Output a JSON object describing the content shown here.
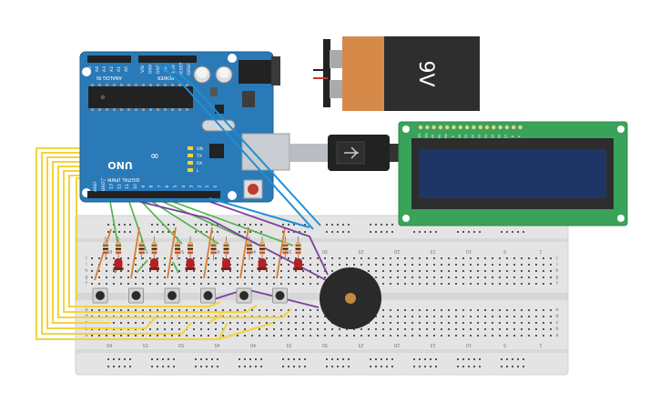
{
  "arduino": {
    "brand_glyph": "∞",
    "model": "UNO",
    "header_analog": "ANALOG IN",
    "header_power": "POWER",
    "header_digital": "DIGITAL (PWM ~)",
    "analog_pins": [
      "A5",
      "A4",
      "A3",
      "A2",
      "A1",
      "A0"
    ],
    "power_pins": [
      "VIN",
      "GND",
      "GND",
      "5V",
      "3.3V",
      "RESET",
      "IOREF"
    ],
    "digital_pins": [
      "0",
      "1",
      "2",
      "3",
      "4",
      "5",
      "6",
      "7",
      "8",
      "9",
      "10",
      "11",
      "12",
      "13",
      "GND",
      "AREF"
    ],
    "leds": [
      "ON",
      "TX",
      "RX",
      "L"
    ]
  },
  "battery": {
    "label": "9V"
  },
  "lcd": {
    "pins": [
      "VSS",
      "VDD",
      "V0",
      "RS",
      "RW",
      "E",
      "D0",
      "D1",
      "D2",
      "D3",
      "D4",
      "D5",
      "D6",
      "D7",
      "A",
      "K"
    ]
  },
  "breadboard": {
    "column_numbers": [
      "1",
      "5",
      "10",
      "15",
      "20",
      "25",
      "30",
      "35",
      "40",
      "45",
      "50",
      "55",
      "60"
    ],
    "row_letters_top": [
      "j",
      "i",
      "h",
      "g",
      "f"
    ],
    "row_letters_bottom": [
      "e",
      "d",
      "c",
      "b",
      "a"
    ]
  },
  "components": {
    "led_count": 6,
    "button_count": 6,
    "resistor_count": 12,
    "buzzer_count": 1
  },
  "colors": {
    "board_blue": "#2a7ab8",
    "lcd_green": "#3aa35a",
    "lcd_screen": "#1e3666",
    "battery_orange": "#d58a4a",
    "battery_black": "#2e2e2e",
    "wire_yellow": "#f2d43b",
    "wire_green": "#4cb04a",
    "wire_blue": "#1f8fd4",
    "wire_purple": "#7a3fa0",
    "wire_orange": "#e07a2a",
    "led_red": "#b22222",
    "breadboard": "#e8e8e8"
  }
}
